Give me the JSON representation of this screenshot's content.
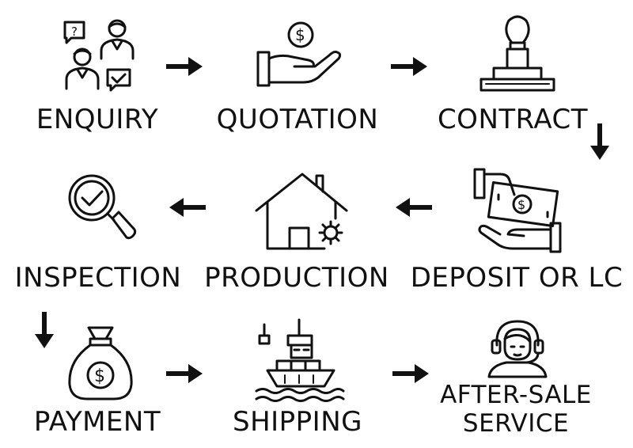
{
  "steps": [
    {
      "id": "enquiry",
      "label": "ENQUIRY",
      "icon": "people-chat-icon"
    },
    {
      "id": "quotation",
      "label": "QUOTATION",
      "icon": "hand-dollar-icon"
    },
    {
      "id": "contract",
      "label": "CONTRACT",
      "icon": "stamp-icon"
    },
    {
      "id": "deposit",
      "label": "DEPOSIT OR LC",
      "icon": "hand-banknote-icon"
    },
    {
      "id": "production",
      "label": "PRODUCTION",
      "icon": "house-gear-icon"
    },
    {
      "id": "inspection",
      "label": "INSPECTION",
      "icon": "magnifier-check-icon"
    },
    {
      "id": "payment",
      "label": "PAYMENT",
      "icon": "money-bag-icon"
    },
    {
      "id": "shipping",
      "label": "SHIPPING",
      "icon": "cargo-ship-icon"
    },
    {
      "id": "after_sale",
      "label_line1": "AFTER-SALE",
      "label_line2": "SERVICE",
      "icon": "headset-agent-icon"
    }
  ],
  "arrows": [
    {
      "from": "enquiry",
      "to": "quotation",
      "direction": "right"
    },
    {
      "from": "quotation",
      "to": "contract",
      "direction": "right"
    },
    {
      "from": "contract",
      "to": "deposit",
      "direction": "down"
    },
    {
      "from": "deposit",
      "to": "production",
      "direction": "left"
    },
    {
      "from": "production",
      "to": "inspection",
      "direction": "left"
    },
    {
      "from": "inspection",
      "to": "payment",
      "direction": "down"
    },
    {
      "from": "payment",
      "to": "shipping",
      "direction": "right"
    },
    {
      "from": "shipping",
      "to": "after_sale",
      "direction": "right"
    }
  ],
  "colors": {
    "ink": "#111111",
    "background": "#ffffff"
  }
}
